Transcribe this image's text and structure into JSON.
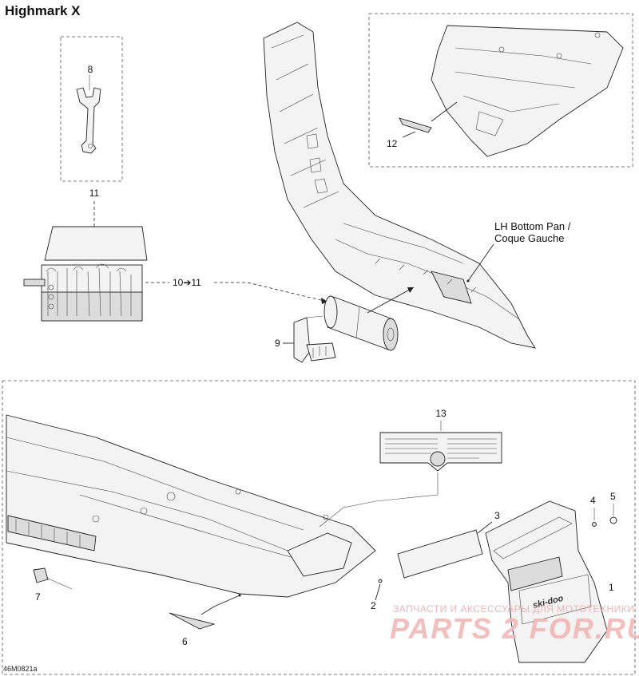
{
  "diagram": {
    "title": "Highmark X",
    "drawing_code": "46M0821a",
    "bottom_pan_label": [
      "LH Bottom Pan /",
      "Coque Gauche"
    ],
    "callouts": {
      "c1": "1",
      "c2": "2",
      "c3": "3",
      "c4": "4",
      "c5": "5",
      "c6": "6",
      "c7": "7",
      "c8": "8",
      "c9": "9",
      "c10_11": "10➔11",
      "c11": "11",
      "c12": "12",
      "c13": "13"
    },
    "watermark": {
      "line1": "ЗАПЧАСТИ И АКСЕССУАРЫ ДЛЯ МОТОТЕХНИКИ",
      "line2": "PARTS 2 FOR.RU"
    }
  }
}
